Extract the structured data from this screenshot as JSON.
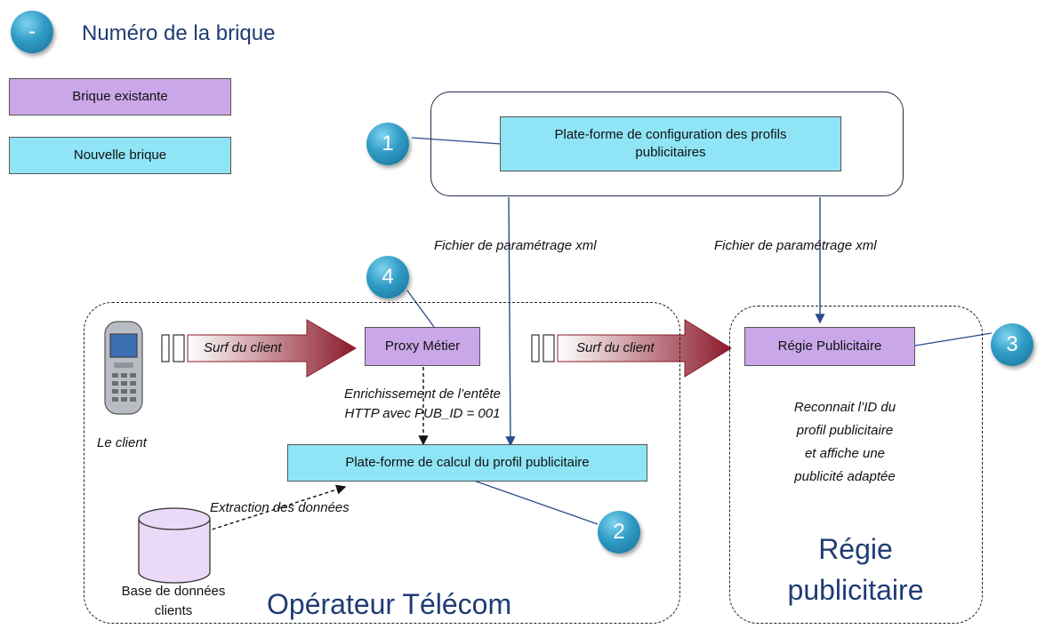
{
  "legend": {
    "badge": "-",
    "badge_caption": "Numéro  de la brique",
    "existing": "Brique existante",
    "new": "Nouvelle brique"
  },
  "badges": {
    "b1": "1",
    "b2": "2",
    "b3": "3",
    "b4": "4"
  },
  "config_platform": "Plate-forme de configuration des profils publicitaires",
  "file_label_left": "Fichier de paramétrage xml",
  "file_label_right": "Fichier de paramétrage xml",
  "proxy": "Proxy Métier",
  "surf_left": "Surf du client",
  "surf_right": "Surf du client",
  "client_label": "Le client",
  "enrich_line1": "Enrichissement de l’entête",
  "enrich_line2": "HTTP avec PUB_ID = 001",
  "calc_platform": "Plate-forme de calcul du profil publicitaire",
  "extraction": "Extraction des données",
  "db_line1": "Base de données",
  "db_line2": "clients",
  "operator_zone": "Opérateur Télécom",
  "regie_box": "Régie Publicitaire",
  "regie_desc": [
    "Reconnait l’ID du",
    "profil publicitaire",
    "et affiche une",
    "publicité adaptée"
  ],
  "regie_zone_line1": "Régie",
  "regie_zone_line2": "publicitaire",
  "colors": {
    "existing": "#c9a7e8",
    "new": "#8fe5f5",
    "badge": "#2f9bc5",
    "zone_title": "#1f3c73",
    "arrow": "#8b1a2b",
    "line": "#2a4b8d"
  }
}
